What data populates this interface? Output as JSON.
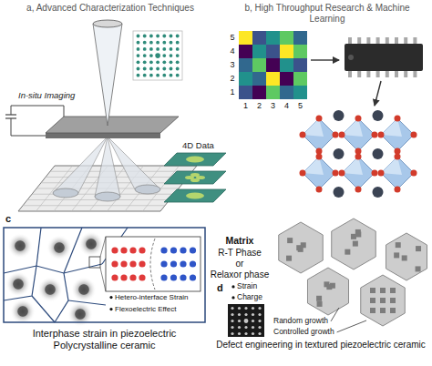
{
  "diagram": {
    "labels": [
      "a, Advanced Characterization Techniques",
      "In-situ Imaging",
      "4D Data",
      "b, High Throughput Research & Machine Learning",
      "5",
      "4",
      "3",
      "2",
      "1",
      "1",
      "2",
      "3",
      "4",
      "5",
      "c",
      "Hetero-interface Strain",
      "Flexoelectric Effect",
      "Matrix",
      "R-T Phase",
      "or",
      "Relaxor phase",
      "Interphase strain in piezoelectric Polycrystalline ceramic",
      "d",
      "Strain",
      "Charge",
      "Random growth",
      "Controlled growth",
      "Defect engineering in textured piezoelectric ceramic"
    ]
  }
}
